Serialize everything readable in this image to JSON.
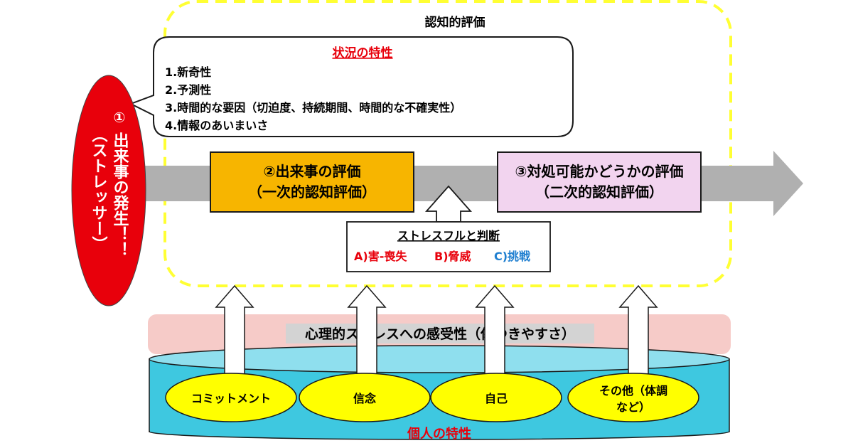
{
  "cognitive_appraisal": {
    "label": "認知的評価"
  },
  "situation": {
    "title": "状況の特性",
    "items": [
      "1.新奇性",
      "2.予測性",
      "3.時間的な要因（切迫度、持続期間、時間的な不確実性）",
      "4.情報のあいまいさ"
    ]
  },
  "stressor": {
    "line1": "①",
    "line2": "出来事の発生！！",
    "line3": "（ストレッサー）",
    "color": "#e8000b"
  },
  "primary": {
    "line1": "②出来事の評価",
    "line2": "（一次的認知評価）",
    "color": "#f7b500"
  },
  "secondary": {
    "line1": "③対処可能かどうかの評価",
    "line2": "（二次的認知評価）",
    "color": "#f2d4ef"
  },
  "judgement": {
    "title": "ストレスフルと判断",
    "items": [
      {
        "text": "A)害-喪失",
        "color": "#e8000b"
      },
      {
        "text": "B)脅威",
        "color": "#e8000b"
      },
      {
        "text": "C)挑戦",
        "color": "#1f7fd0"
      }
    ]
  },
  "vulnerability": {
    "label": "心理的ストレスへの感受性（傷つきやすさ）"
  },
  "personal": {
    "label": "個人の特性",
    "traits": [
      "コミットメント",
      "信念",
      "自己"
    ],
    "other": {
      "line1": "その他（体調",
      "line2": "など）"
    }
  },
  "colors": {
    "timeline": "#b0b0b0",
    "dashed_border": "#ffff33",
    "cylinder": "#3ec8e0",
    "trait_fill": "#ffff00",
    "band": "#f6cbc8",
    "accent_red": "#e8000b"
  }
}
